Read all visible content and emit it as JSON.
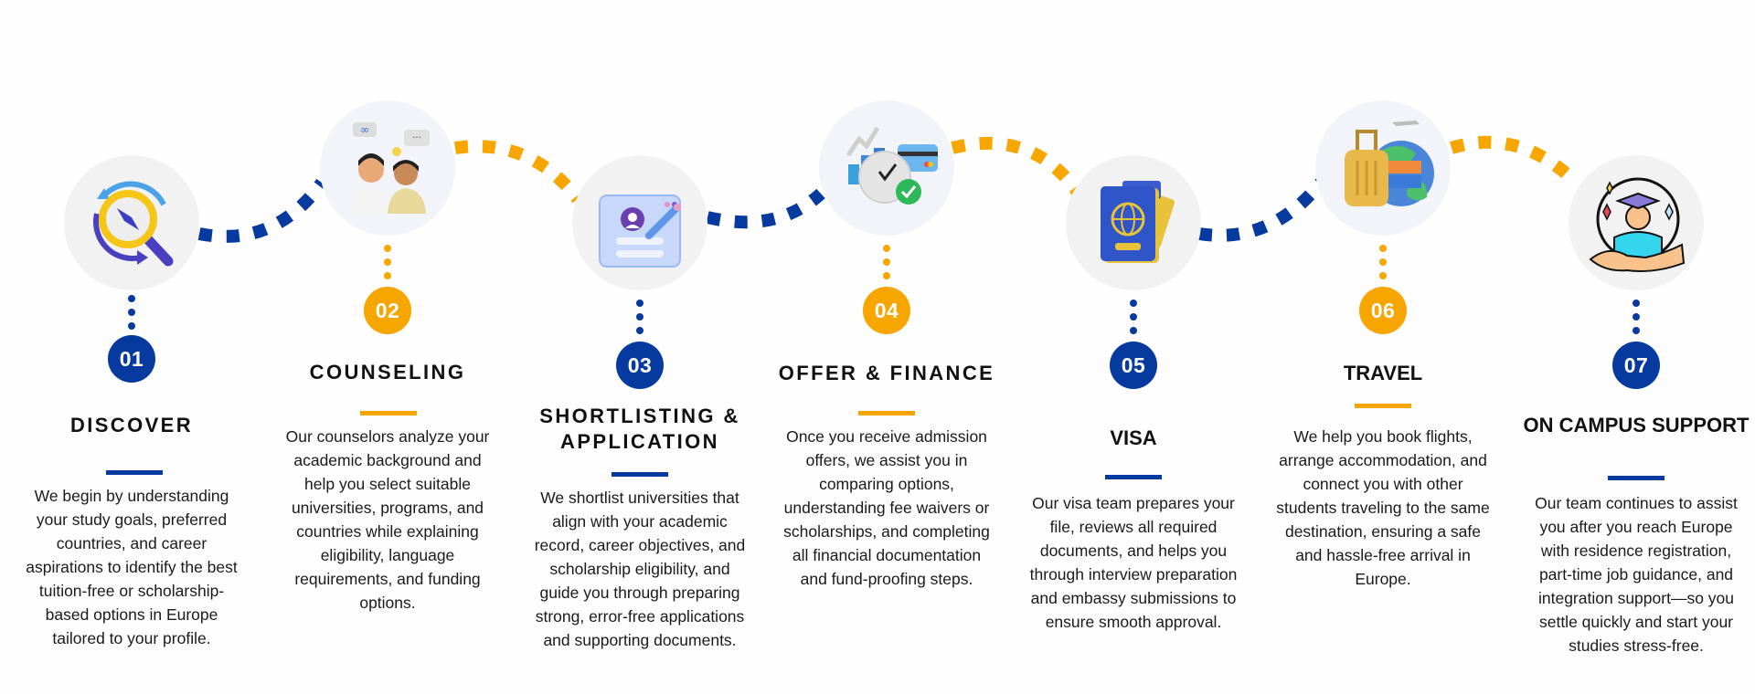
{
  "colors": {
    "primary_blue": "#063A9E",
    "accent_orange": "#F7A600",
    "circle_bg": "#F2F2F2"
  },
  "steps": [
    {
      "number": "01",
      "title": "DISCOVER",
      "color": "blue",
      "icon": "compass-magnifier-icon",
      "description": "We begin by understanding your study goals, preferred countries, and career aspirations to identify the best tuition-free or scholarship-based options in Europe tailored to your profile."
    },
    {
      "number": "02",
      "title": "COUNSELING",
      "color": "orange",
      "icon": "counselor-student-icon",
      "description": "Our counselors analyze your academic background and help you select suitable universities, programs, and countries while explaining eligibility, language requirements, and funding options."
    },
    {
      "number": "03",
      "title": "SHORTLISTING & APPLICATION",
      "color": "blue",
      "icon": "application-form-icon",
      "description": "We shortlist universities that align with your academic record, career objectives, and scholarship eligibility, and guide you through preparing strong, error-free applications and supporting documents."
    },
    {
      "number": "04",
      "title": "OFFER & FINANCE",
      "color": "orange",
      "icon": "finance-clock-card-icon",
      "description": "Once you receive admission offers, we assist you in comparing options, understanding fee waivers or scholarships, and completing all financial documentation and fund-proofing steps."
    },
    {
      "number": "05",
      "title": "VISA",
      "color": "blue",
      "icon": "passport-icon",
      "description": "Our visa team prepares your file, reviews all required documents, and helps you through interview preparation and embassy submissions to ensure smooth approval."
    },
    {
      "number": "06",
      "title": "TRAVEL",
      "color": "orange",
      "icon": "luggage-globe-icon",
      "description": "We help you book flights, arrange accommodation, and connect you with other students traveling to the same destination, ensuring a safe and hassle-free arrival in Europe."
    },
    {
      "number": "07",
      "title": "ON CAMPUS SUPPORT",
      "color": "blue",
      "icon": "graduate-support-icon",
      "description": "Our team continues to assist you after you reach Europe with residence registration, part-time job guidance, and integration support—so you settle quickly and start your studies stress-free."
    }
  ]
}
